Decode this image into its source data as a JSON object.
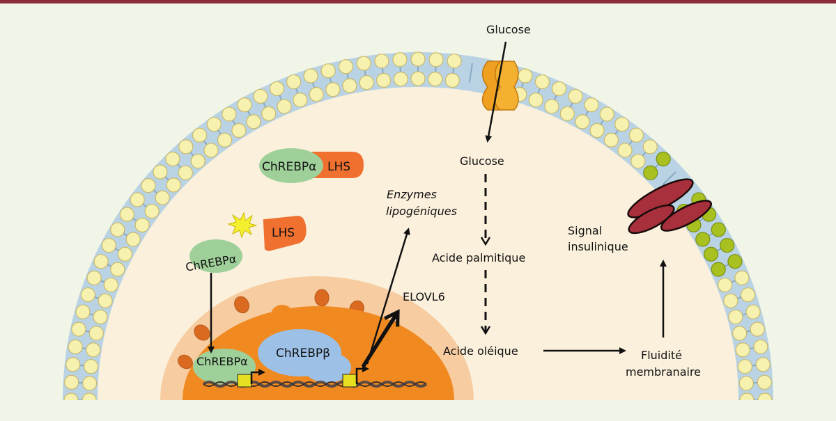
{
  "labels": {
    "glucose_outside": "Glucose",
    "glucose_inside": "Glucose",
    "palmitic": "Acide palmitique",
    "oleic": "Acide oléique",
    "fluidity_line1": "Fluidité",
    "fluidity_line2": "membranaire",
    "insulin_line1": "Signal",
    "insulin_line2": "insulinique",
    "enzymes_line1": "Enzymes",
    "enzymes_line2": "lipogéniques",
    "elovl6": "ELOVL6",
    "chrebp_alpha_lhs": "ChREBPα",
    "lhs_bound": "LHS",
    "lhs_free": "LHS",
    "chrebp_alpha_free": "ChREBPα",
    "chrebp_alpha_nucleus": "ChREBPα",
    "chrebp_beta": "ChREBPβ"
  },
  "colors": {
    "top_bar": "#8b2c3c",
    "background": "#f1f5e8",
    "cytoplasm": "#faf0dc",
    "membrane_band": "#b9d3e4",
    "lipid_head": "#f7f1b0",
    "lipid_head_stroke": "#c9b96a",
    "lipid_head_green": "#a8c020",
    "transporter": "#f0a020",
    "insulin_receptor": "#a8303c",
    "chrebp": "#9fd09a",
    "lhs": "#f07030",
    "nucleus_envelope": "#f6ccA0",
    "nucleoplasm": "#f08a20",
    "chrebp_beta": "#9dc0e6",
    "promoter": "#e6e020"
  }
}
